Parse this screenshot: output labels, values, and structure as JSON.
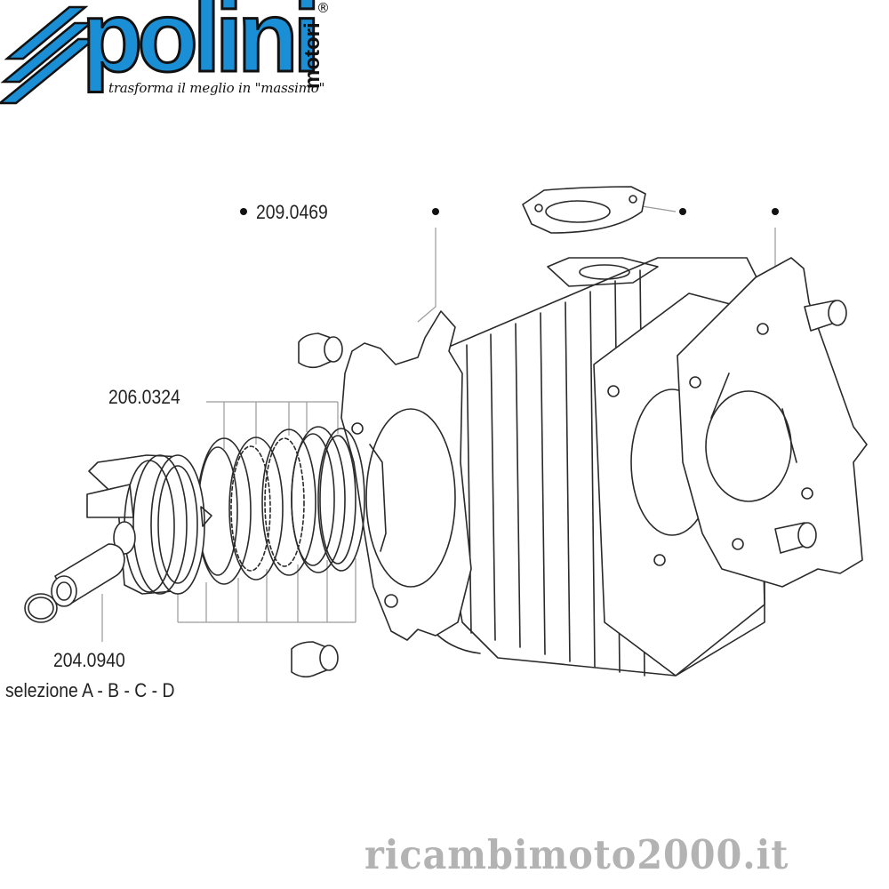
{
  "logo": {
    "brand": "polini",
    "sub_brand": "motori",
    "registered_mark": "®",
    "tagline": "trasforma il meglio in \"massimo\"",
    "brand_color": "#1b8fd6"
  },
  "parts": {
    "gasket_set_code": "209.0469",
    "piston_ring_code": "206.0324",
    "piston_code": "204.0940",
    "piston_selection": "selezione A - B - C - D",
    "bullet": "•"
  },
  "watermark": {
    "text": "ricambimoto2000.it",
    "color": "#b3b3b3"
  }
}
